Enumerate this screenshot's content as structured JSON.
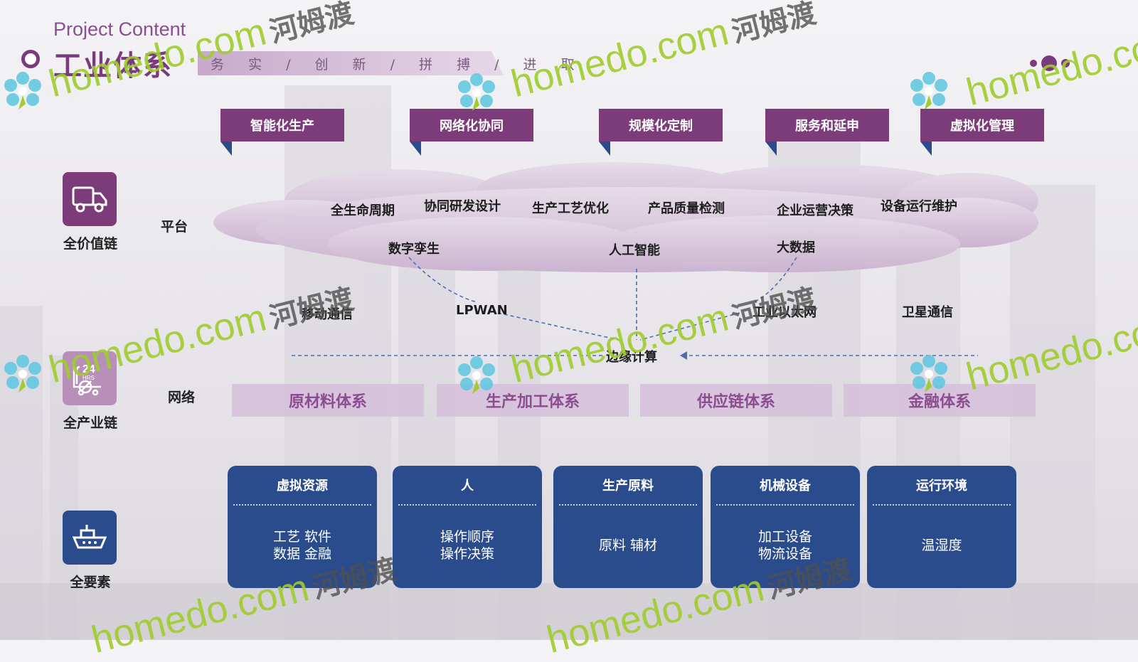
{
  "header": {
    "project_label": "Project Content",
    "title": "工业体系",
    "slogan": "务 实 / 创 新 / 拼 搏 / 进 取"
  },
  "top_banners": [
    "智能化生产",
    "网络化协同",
    "规模化定制",
    "服务和延申",
    "虚拟化管理"
  ],
  "left_column": [
    {
      "icon": "truck-icon",
      "label": "全价值链"
    },
    {
      "icon": "cart-24hrs-icon",
      "label": "全产业链"
    },
    {
      "icon": "ship-icon",
      "label": "全要素"
    }
  ],
  "side_labels": {
    "platform": "平台",
    "network": "网络"
  },
  "platform_cloud": {
    "top_row": [
      "全生命周期",
      "协同研发设计",
      "生产工艺优化",
      "产品质量检测",
      "企业运营决策",
      "设备运行维护"
    ],
    "tech": [
      "数字孪生",
      "人工智能",
      "大数据"
    ]
  },
  "network": {
    "items": [
      "移动通信",
      "LPWAN",
      "工业以太网",
      "卫星通信"
    ],
    "edge": "边缘计算"
  },
  "systems": [
    "原材料体系",
    "生产加工体系",
    "供应链体系",
    "金融体系"
  ],
  "elements": [
    {
      "title": "虚拟资源",
      "lines": [
        "工艺 软件",
        "数据 金融"
      ]
    },
    {
      "title": "人",
      "lines": [
        "操作顺序",
        "操作决策"
      ]
    },
    {
      "title": "生产原料",
      "lines": [
        "原料 辅材"
      ]
    },
    {
      "title": "机械设备",
      "lines": [
        "加工设备",
        "物流设备"
      ]
    },
    {
      "title": "运行环境",
      "lines": [
        "温湿度"
      ]
    }
  ],
  "watermark": {
    "en": "homedo.com",
    "cn": "河姆渡"
  },
  "colors": {
    "brand_purple": "#7b3c79",
    "box_blue": "#2a4b8c",
    "system_pink": "#d6bedb",
    "watermark_green": "#9fcc2e"
  }
}
